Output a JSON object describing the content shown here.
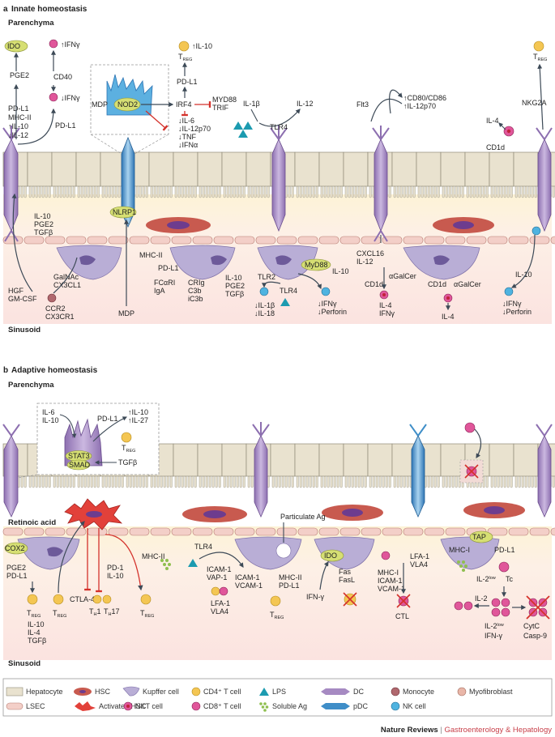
{
  "panel_a": {
    "heading": "Innate homeostasis",
    "letter": "a",
    "parenchyma": "Parenchyma",
    "sinusoid": "Sinusoid",
    "labels": {
      "ido": "IDO",
      "pge2": "PGE2",
      "ifng_up": "↑IFNγ",
      "cd40": "CD40",
      "ifng_down": "↓IFNγ",
      "pdl1_a": "PD-L1",
      "mhcii_a": "MHC-II",
      "il10_up": "↑IL-10",
      "il12_down": "↓IL-12",
      "pdl1_b": "PD-L1",
      "mdp_in": "MDP",
      "nod2": "NOD2",
      "irf4": "IRF4",
      "myd88": "MYD88",
      "trif": "TRIF",
      "treg_il10": "↑IL-10",
      "treg": "T",
      "reg_sub": "REG",
      "pdl1_c": "PD-L1",
      "cyto_1": "↓IL-6",
      "cyto_2": "↓IL-12p70",
      "cyto_3": "↓TNF",
      "cyto_4": "↓IFNα",
      "il1b": "IL-1β",
      "il12": "IL-12",
      "tlr4_top": "TLR4",
      "flt3": "Flt3",
      "cd80": "↑CD80/CD86",
      "il12p70": "↑IL-12p70",
      "treg_right": "T",
      "nkg2a": "NKG2A",
      "il4_top": "IL-4",
      "cd1d_top": "CD1d",
      "nlrp1": "NLRP1",
      "il10_l": "IL-10",
      "pge2_l": "PGE2",
      "tgfb_l": "TGFβ",
      "galnac": "GalNAc",
      "cx3cl1": "CX3CL1",
      "hgf": "HGF",
      "gmcsf": "GM-CSF",
      "ccr2": "CCR2",
      "cx3cr1": "CX3CR1",
      "mdp_bottom": "MDP",
      "mhcii_k": "MHC-II",
      "pdl1_k": "PD-L1",
      "fcar": "FCαRI",
      "iga": "IgA",
      "crig": "CRIg",
      "c3b": "C3b",
      "ic3b": "iC3b",
      "il10_k": "IL-10",
      "pge2_k": "PGE2",
      "tgfb_k": "TGFβ",
      "myd88_k": "MyD88",
      "il10_nk": "IL-10",
      "tlr2": "TLR2",
      "tlr4_b": "TLR4",
      "il1b_down": "↓IL-1β",
      "il18_down": "↓IL-18",
      "ifng_d": "↓IFNγ",
      "perf_d": "↓Perforin",
      "cxcl16": "CXCL16",
      "il12_b": "IL-12",
      "cd1d_b": "CD1d",
      "agalcer_1": "αGalCer",
      "il4_b": "IL-4",
      "ifng_b": "IFNγ",
      "cd1d_c": "CD1d",
      "agalcer_2": "αGalCer",
      "il4_c": "IL-4",
      "il10_r": "IL-10",
      "ifng_r": "↓IFNγ",
      "perf_r": "↓Perforin"
    }
  },
  "panel_b": {
    "heading": "Adaptive homeostasis",
    "letter": "b",
    "parenchyma": "Parenchyma",
    "sinusoid": "Sinusoid",
    "labels": {
      "il6": "IL-6",
      "il10": "IL-10",
      "pdl1_in": "PD-L1",
      "il10_up": "↑IL-10",
      "il27_up": "↑IL-27",
      "stat3": "STAT3",
      "smad": "SMAD",
      "tgfb": "TGFβ",
      "treg_in": "T",
      "retinoic": "Retinoic acid",
      "cox2": "COX2",
      "pge2": "PGE2",
      "pdl1_l": "PD-L1",
      "ctla4": "CTLA-4",
      "treg": "T",
      "reg_sub": "REG",
      "b_il10": "IL-10",
      "b_il4": "IL-4",
      "b_tgfb": "TGFβ",
      "pdl1_m": "PD-1",
      "il10_m": "IL-10",
      "mhcii_m": "MHC-II",
      "th1": "T",
      "th1_sub": "H",
      "th1_n": "1",
      "th17": "T",
      "th17_sub": "H",
      "th17_n": "17",
      "tlr4": "TLR4",
      "icam1": "ICAM-1",
      "vap1": "VAP-1",
      "lfa1": "LFA-1",
      "vla4": "VLA4",
      "icam1_b": "ICAM-1",
      "vcam1": "VCAM-1",
      "mhcii_k": "MHC-II",
      "pdl1_k": "PD-L1",
      "particulate": "Particulate Ag",
      "ido": "IDO",
      "fas": "Fas",
      "fasl": "FasL",
      "ifng": "IFN-γ",
      "mhci_1": "MHC-I",
      "icam1_c": "ICAM-1",
      "vcam1_c": "VCAM-1",
      "lfa1_c": "LFA-1",
      "vla4_c": "VLA4",
      "ctl": "CTL",
      "tap": "TAP",
      "mhci_2": "MHC-I",
      "pdl1_r": "PD-L1",
      "il2low": "IL-2",
      "low_sup": "low",
      "tc": "Tc",
      "il2": "IL-2",
      "il2low_b": "IL-2",
      "ifng_b": "IFN-γ",
      "cytc": "CytC",
      "casp9": "Casp-9"
    }
  },
  "legend": [
    {
      "name": "hepatocyte",
      "label": "Hepatocyte"
    },
    {
      "name": "hsc",
      "label": "HSC"
    },
    {
      "name": "kupffer",
      "label": "Kupffer cell"
    },
    {
      "name": "cd4",
      "label": "CD4⁺ T cell"
    },
    {
      "name": "lps",
      "label": "LPS"
    },
    {
      "name": "dc",
      "label": "DC"
    },
    {
      "name": "monocyte",
      "label": "Monocyte"
    },
    {
      "name": "myofibroblast",
      "label": "Myofibroblast"
    },
    {
      "name": "lsec",
      "label": "LSEC"
    },
    {
      "name": "activated-hsc",
      "label": "Activated HSC"
    },
    {
      "name": "nkt",
      "label": "NKT cell"
    },
    {
      "name": "cd8",
      "label": "CD8⁺ T cell"
    },
    {
      "name": "soluble-ag",
      "label": "Soluble Ag"
    },
    {
      "name": "pdc",
      "label": "pDC"
    },
    {
      "name": "nk",
      "label": "NK cell"
    }
  ],
  "footer": {
    "journal": "Nature Reviews",
    "separator": " | ",
    "section": "Gastroenterology & Hepatology"
  },
  "colors": {
    "hepatocyte": "#e9e2cf",
    "hepatocyte_edge": "#8f8a78",
    "lsec": "#f3cfc8",
    "kupffer": "#b9aed6",
    "cd4": "#f4c653",
    "cd8": "#e0569a",
    "nk": "#4fb3e0",
    "lps": "#1c9bb0",
    "green_label": "#d6df73",
    "hsc": "#c85a4f",
    "dc": "#a68ac2",
    "pdc": "#3f8ec8",
    "inhibit": "#d4312b",
    "arrow": "#3d4a57",
    "sinusoid_bg": "#fcecea",
    "space_disse": "#fcf2cf",
    "footer_accent": "#c8404a"
  }
}
